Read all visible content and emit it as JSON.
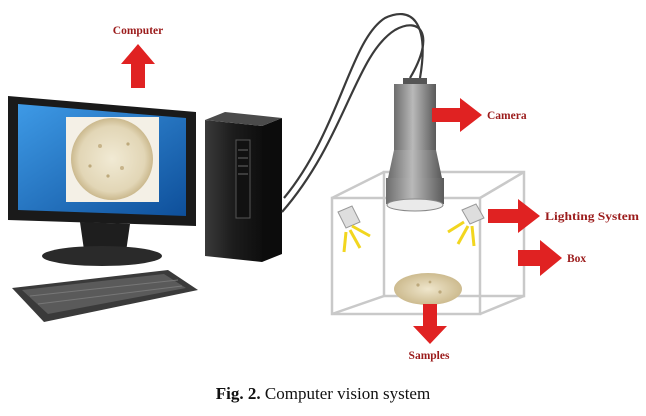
{
  "labels": {
    "computer": "Computer",
    "camera": "Camera",
    "lighting": "Lighting System",
    "box": "Box",
    "samples": "Samples"
  },
  "caption": {
    "figure_number": "Fig. 2.",
    "text": "Computer vision system"
  },
  "colors": {
    "arrow": "#e02222",
    "label": "#9b1b1b",
    "screen": "#1b6fc4",
    "sample": "#e6dcc0",
    "box_edge": "#c9c9c9",
    "lamp": "#f2d61f"
  }
}
